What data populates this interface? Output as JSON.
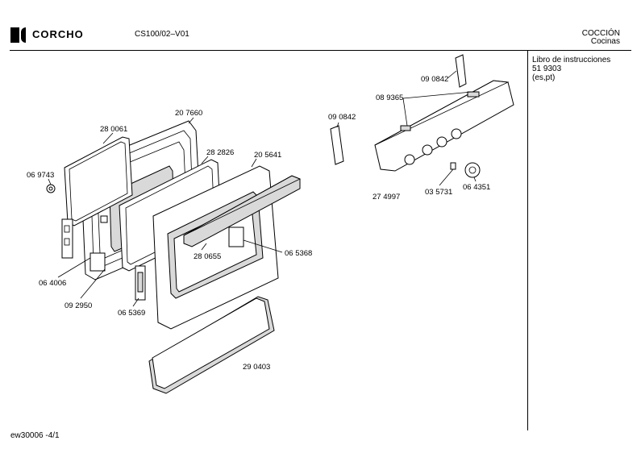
{
  "header": {
    "brand": "CORCHO",
    "model": "CS100/02–V01",
    "category": "COCCIÓN",
    "subcategory": "Cocinas"
  },
  "side_info": {
    "line1": "Libro de instrucciones",
    "line2": "51 9303",
    "line3": "(es,pt)"
  },
  "footer": {
    "code": "ew30006  -4/1"
  },
  "parts": [
    {
      "id": "p1",
      "number": "20 7660"
    },
    {
      "id": "p2",
      "number": "28 0061"
    },
    {
      "id": "p3",
      "number": "28 2826"
    },
    {
      "id": "p4",
      "number": "20 5641"
    },
    {
      "id": "p5",
      "number": "06 9743"
    },
    {
      "id": "p6",
      "number": "28 0655"
    },
    {
      "id": "p7",
      "number": "06 5368"
    },
    {
      "id": "p8",
      "number": "06 4006"
    },
    {
      "id": "p9",
      "number": "09 2950"
    },
    {
      "id": "p10",
      "number": "06 5369"
    },
    {
      "id": "p11",
      "number": "29 0403"
    },
    {
      "id": "p12",
      "number": "09 0842"
    },
    {
      "id": "p13",
      "number": "08 9365"
    },
    {
      "id": "p14",
      "number": "09 0842"
    },
    {
      "id": "p15",
      "number": "27 4997"
    },
    {
      "id": "p16",
      "number": "03 5731"
    },
    {
      "id": "p17",
      "number": "06 4351"
    }
  ]
}
